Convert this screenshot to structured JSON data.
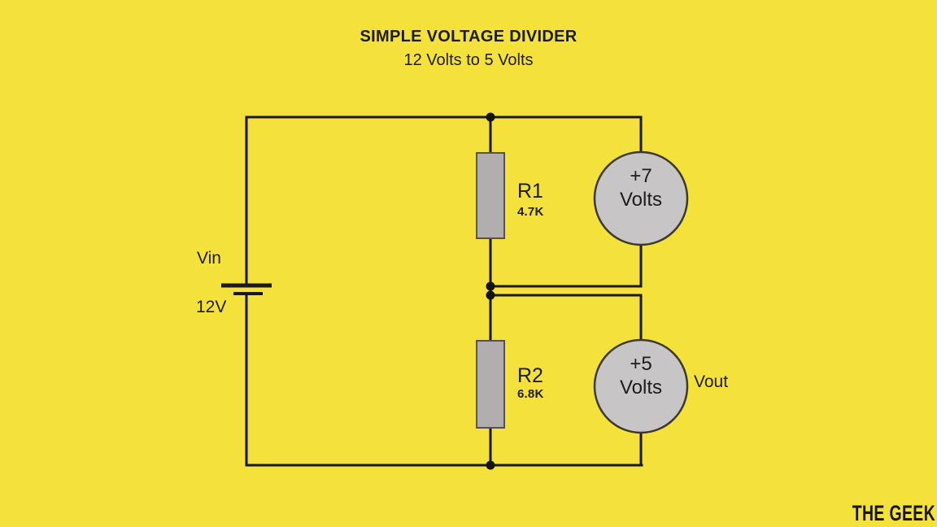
{
  "colors": {
    "background": "#F4E13C",
    "wire": "#191919",
    "resistor_fill": "#B2AEB0",
    "resistor_stroke": "#56504E",
    "meter_fill": "#C7C5C6",
    "meter_stroke": "#3E3A2B",
    "text": "#1C1C1C"
  },
  "header": {
    "title": "SIMPLE VOLTAGE DIVIDER",
    "subtitle": "12 Volts to 5 Volts"
  },
  "source": {
    "label": "Vin",
    "value": "12V"
  },
  "resistors": [
    {
      "name": "R1",
      "value": "4.7K"
    },
    {
      "name": "R2",
      "value": "6.8K"
    }
  ],
  "meters": [
    {
      "reading": "+7",
      "unit": "Volts"
    },
    {
      "reading": "+5",
      "unit": "Volts"
    }
  ],
  "output": {
    "label": "Vout"
  },
  "branding": {
    "watermark": "THE GEEK"
  }
}
